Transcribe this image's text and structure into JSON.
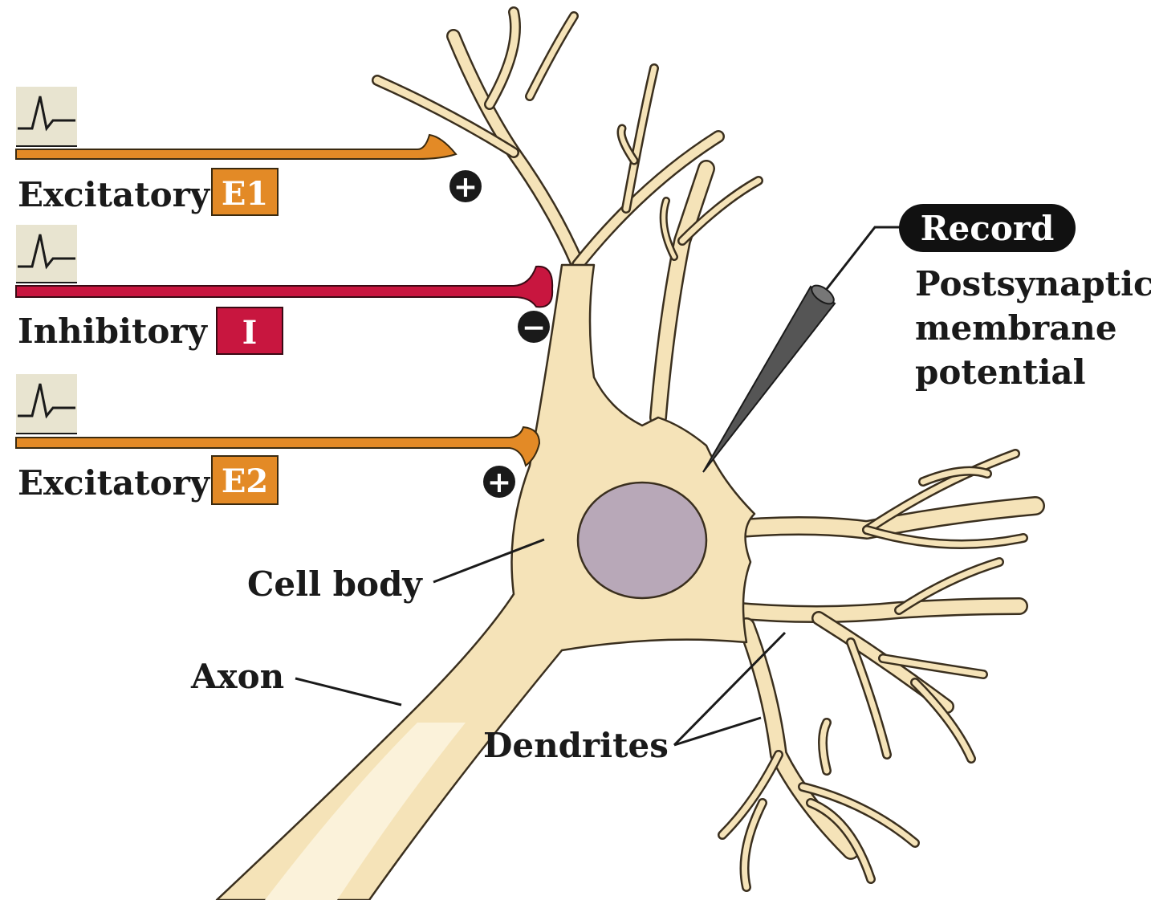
{
  "inputs": [
    {
      "label": "Excitatory",
      "tag": "E1",
      "sign": "+",
      "color": "#e38a26"
    },
    {
      "label": "Inhibitory",
      "tag": "I",
      "sign": "−",
      "color": "#c8163f"
    },
    {
      "label": "Excitatory",
      "tag": "E2",
      "sign": "+",
      "color": "#e38a26"
    }
  ],
  "record": {
    "label": "Record",
    "description": [
      "Postsynaptic",
      "membrane",
      "potential"
    ]
  },
  "structures": {
    "cell_body": "Cell body",
    "axon": "Axon",
    "dendrites": "Dendrites"
  },
  "colors": {
    "neuron_fill": "#f5e3b8",
    "nucleus_fill": "#b8a8b8",
    "trace_panel": "#e8e4d0",
    "outline": "#1a1a1a"
  }
}
